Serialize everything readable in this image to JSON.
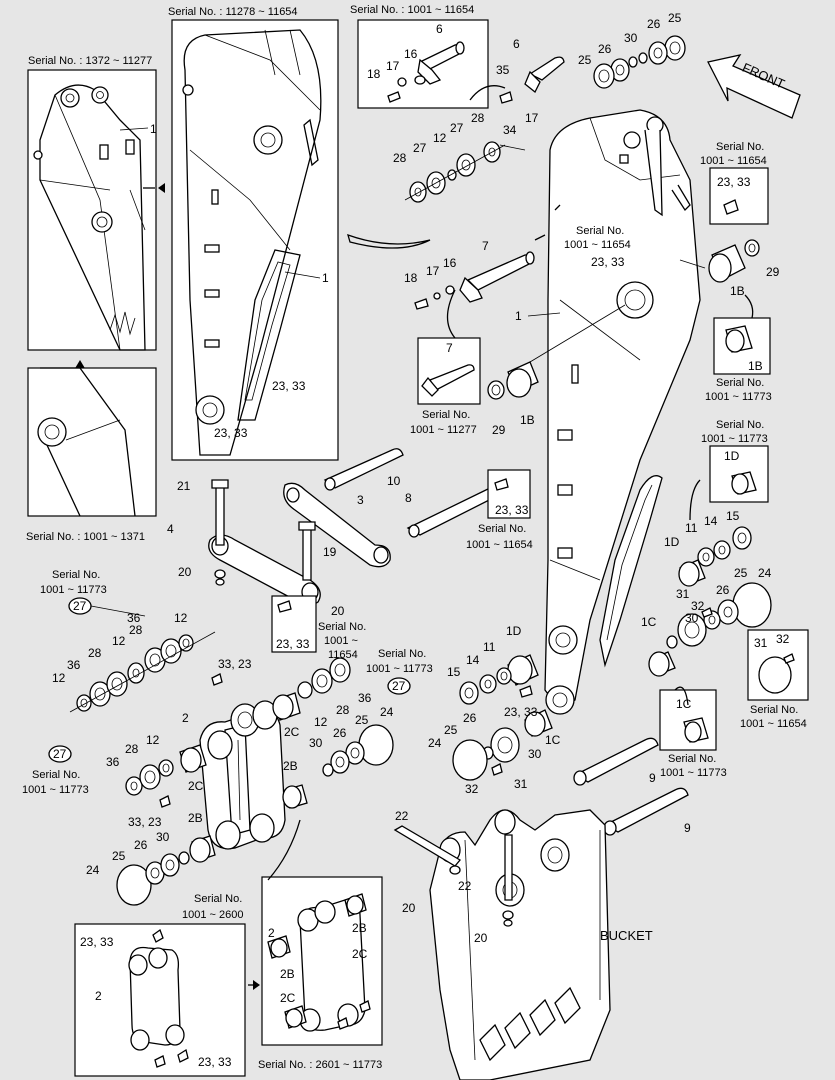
{
  "labels": {
    "p1": "1",
    "p1b": "1B",
    "p1c": "1C",
    "p1d": "1D",
    "p2": "2",
    "p2b": "2B",
    "p2c": "2C",
    "p3": "3",
    "p4": "4",
    "p6": "6",
    "p7": "7",
    "p8": "8",
    "p9": "9",
    "p10": "10",
    "p11": "11",
    "p12": "12",
    "p14": "14",
    "p15": "15",
    "p16": "16",
    "p17": "17",
    "p18": "18",
    "p19": "19",
    "p20": "20",
    "p21": "21",
    "p22": "22",
    "p24": "24",
    "p25": "25",
    "p26": "26",
    "p27": "27",
    "p28": "28",
    "p29": "29",
    "p30": "30",
    "p31": "31",
    "p32": "32",
    "p34": "34",
    "p35": "35",
    "p36": "36",
    "p2333": "23, 33",
    "p3323": "33, 23"
  },
  "captions": {
    "sn_1372_11277": "Serial No. : 1372 ~ 11277",
    "sn_11278_11654": "Serial No. : 11278 ~ 11654",
    "sn_1001_11654_top": "Serial No. : 1001 ~ 11654",
    "sn_1001_1371": "Serial No. : 1001 ~ 1371",
    "sn_1001_11654": "Serial No.\n1001 ~ 11654",
    "sn_1001_11277": "Serial No.\n1001 ~ 11277",
    "sn_1001_11773": "Serial No.\n1001 ~ 11773",
    "sn_1001_2600": "Serial No.\n1001 ~ 2600",
    "sn_2601_11773": "Serial No. : 2601 ~ 11773",
    "front": "FRONT",
    "bucket": "BUCKET"
  },
  "colors": {
    "background": "#e6e6e6",
    "line": "#000000",
    "fill": "#ffffff"
  }
}
